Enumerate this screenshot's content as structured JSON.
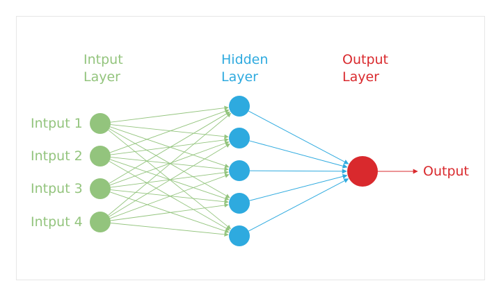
{
  "colors": {
    "input": "#93c47d",
    "hidden": "#2eaadf",
    "output": "#d9292d",
    "frame": "#e6e6e6"
  },
  "layers": {
    "input": {
      "title_line1": "Intput",
      "title_line2": "Layer",
      "nodes": [
        "Intput 1",
        "Intput 2",
        "Intput 3",
        "Intput 4"
      ]
    },
    "hidden": {
      "title_line1": "Hidden",
      "title_line2": "Layer",
      "node_count": 5
    },
    "output": {
      "title_line1": "Output",
      "title_line2": "Layer",
      "node_count": 1
    }
  },
  "output_label": "Output"
}
